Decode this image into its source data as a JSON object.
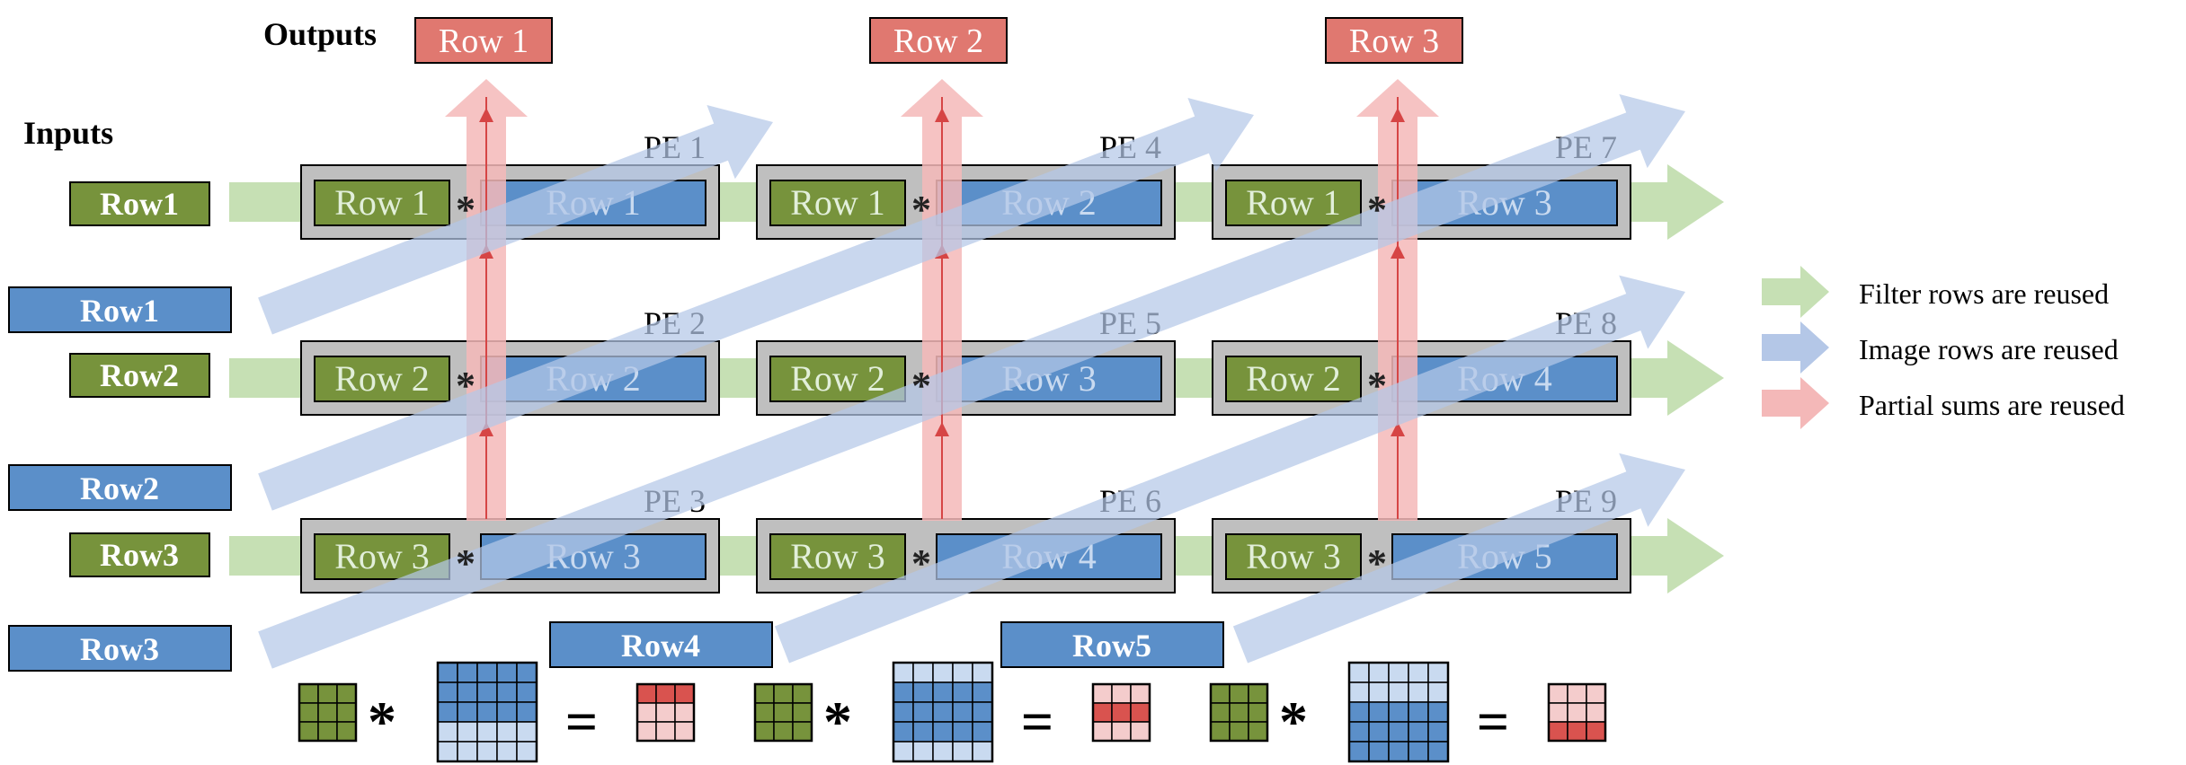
{
  "headings": {
    "inputs": "Inputs",
    "outputs": "Outputs"
  },
  "outputs": [
    "Row 1",
    "Row 2",
    "Row 3"
  ],
  "inputs": {
    "filter_rows": [
      "Row1",
      "Row2",
      "Row3"
    ],
    "image_rows": [
      "Row1",
      "Row2",
      "Row3",
      "Row4",
      "Row5"
    ]
  },
  "pes": [
    {
      "label": "PE 1",
      "filter": "Row 1",
      "image": "Row 1"
    },
    {
      "label": "PE 4",
      "filter": "Row 1",
      "image": "Row 2"
    },
    {
      "label": "PE 7",
      "filter": "Row 1",
      "image": "Row 3"
    },
    {
      "label": "PE 2",
      "filter": "Row 2",
      "image": "Row 2"
    },
    {
      "label": "PE 5",
      "filter": "Row 2",
      "image": "Row 3"
    },
    {
      "label": "PE 8",
      "filter": "Row 2",
      "image": "Row 4"
    },
    {
      "label": "PE 3",
      "filter": "Row 3",
      "image": "Row 3"
    },
    {
      "label": "PE 6",
      "filter": "Row 3",
      "image": "Row 4"
    },
    {
      "label": "PE 9",
      "filter": "Row 3",
      "image": "Row 5"
    }
  ],
  "operators": {
    "convolve": "*",
    "equals": "="
  },
  "legend": [
    {
      "label": "Filter rows are reused",
      "color": "#c6e0b4"
    },
    {
      "label": "Image rows are reused",
      "color": "#b4c7e7"
    },
    {
      "label": "Partial sums are reused",
      "color": "#f4b8b8"
    }
  ],
  "colors": {
    "filter": "#77933c",
    "image": "#5b8fc9",
    "output": "#e07870",
    "pe_box": "#bfbfbf",
    "filter_arrow": "#c6e0b4",
    "image_arrow": "#b4c7e7",
    "psum_arrow": "#f4b8b8",
    "psum_line": "#d64545"
  }
}
